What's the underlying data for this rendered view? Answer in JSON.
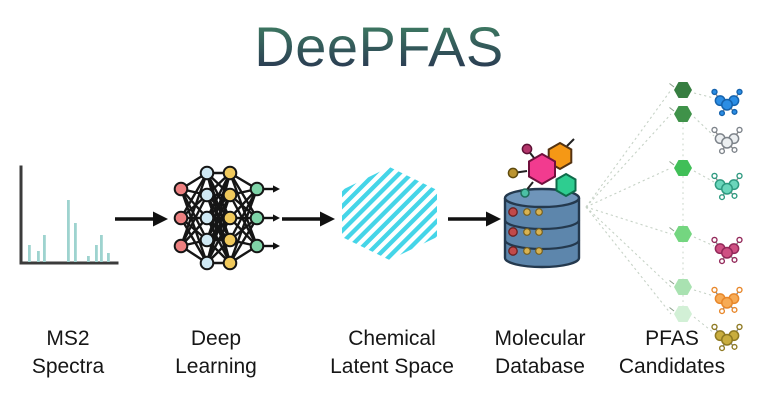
{
  "title": "DeePFAS",
  "stages": [
    {
      "line1": "MS2",
      "line2": "Spectra",
      "icon": "mass-spectrum-icon"
    },
    {
      "line1": "Deep",
      "line2": "Learning",
      "icon": "neural-network-icon"
    },
    {
      "line1": "Chemical",
      "line2": "Latent Space",
      "icon": "striped-hexagon-icon"
    },
    {
      "line1": "Molecular",
      "line2": "Database",
      "icon": "molecular-database-icon"
    },
    {
      "line1": "PFAS",
      "line2": "Candidates",
      "icon": "candidate-ranking-icon"
    }
  ],
  "icons": {
    "spectrum": "mass-spectrum-icon",
    "flow": "flow-arrow-icon",
    "network": "neural-network-icon",
    "latent": "striped-hexagon-icon",
    "database": "molecular-database-icon",
    "candidates": "candidate-hexagon-and-molecule-icons"
  },
  "colors": {
    "title_gradient_top": "#3f7f63",
    "title_gradient_bottom": "#273050",
    "spectrum_bar": "#9ed3cf",
    "axis": "#3b3b3b",
    "arrow": "#111111",
    "nn_input": "#ed8080",
    "nn_hidden1": "#cfe8f3",
    "nn_hidden2": "#f0c95c",
    "nn_output": "#7fd4a8",
    "latent_stripe": "#45d5e8",
    "db_body": "#5d86ac",
    "db_outline": "#24394e",
    "link_line": "#c6d2c6"
  },
  "spectrum": {
    "bars": [
      {
        "x": 12,
        "h": 17
      },
      {
        "x": 21,
        "h": 11
      },
      {
        "x": 27,
        "h": 27
      },
      {
        "x": 51,
        "h": 62
      },
      {
        "x": 58,
        "h": 39
      },
      {
        "x": 71,
        "h": 6
      },
      {
        "x": 79,
        "h": 17
      },
      {
        "x": 84,
        "h": 27
      },
      {
        "x": 91,
        "h": 9
      }
    ]
  },
  "neural_network": {
    "layers": [
      3,
      5,
      5,
      3
    ]
  },
  "candidates": [
    {
      "hex_color": "#377e41",
      "mol_fill": "#2b8de4",
      "mol_stroke": "#1663ad",
      "sat_fill": "#2b8de4"
    },
    {
      "hex_color": "#3f9249",
      "mol_fill": "#eceff1",
      "mol_stroke": "#7d838a",
      "sat_fill": "#ffffff"
    },
    {
      "hex_color": "#41bf58",
      "mol_fill": "#6ad6bb",
      "mol_stroke": "#2e9a80",
      "sat_fill": "#ffffff"
    },
    {
      "hex_color": "#74d680",
      "mol_fill": "#cf5083",
      "mol_stroke": "#93295a",
      "sat_fill": "#ffffff"
    },
    {
      "hex_color": "#a9e2b1",
      "mol_fill": "#f7ab55",
      "mol_stroke": "#e8872a",
      "sat_fill": "#ffffff"
    },
    {
      "hex_color": "#d2f0d6",
      "mol_fill": "#c9ad3e",
      "mol_stroke": "#8f7a22",
      "sat_fill": "#ffffff"
    }
  ]
}
